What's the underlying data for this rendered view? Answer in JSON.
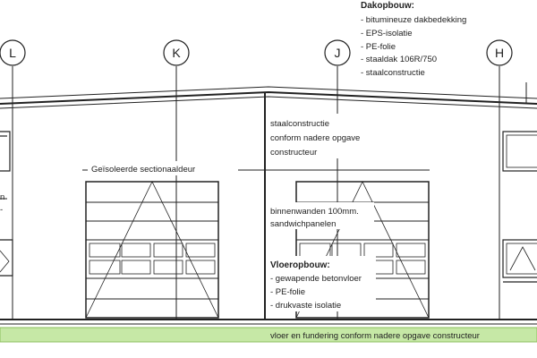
{
  "gridlines": [
    "L",
    "K",
    "J",
    "H"
  ],
  "roof_buildup": {
    "title": "Dakopbouw:",
    "items": [
      "- bitumineuze dakbedekking",
      "- EPS-isolatie",
      "- PE-folie",
      "- staaldak 106R/750",
      "- staalconstructie"
    ]
  },
  "steel_note": [
    "staalconstructie",
    "conform nadere opgave",
    "constructeur"
  ],
  "door_note": "Geïsoleerde sectionaaldeur",
  "wall_note": [
    "binnenwanden 100mm.",
    "sandwichpanelen"
  ],
  "floor_buildup": {
    "title": "Vloeropbouw:",
    "items": [
      "- gewapende betonvloer",
      "- PE-folie",
      "- drukvaste isolatie"
    ]
  },
  "foundation_note": "vloer en fundering conform nadere opgave constructeur",
  "colors": {
    "line": "#222222",
    "ground": "#c6e8a6",
    "ground_edge": "#8cbf5e",
    "background": "#ffffff"
  }
}
